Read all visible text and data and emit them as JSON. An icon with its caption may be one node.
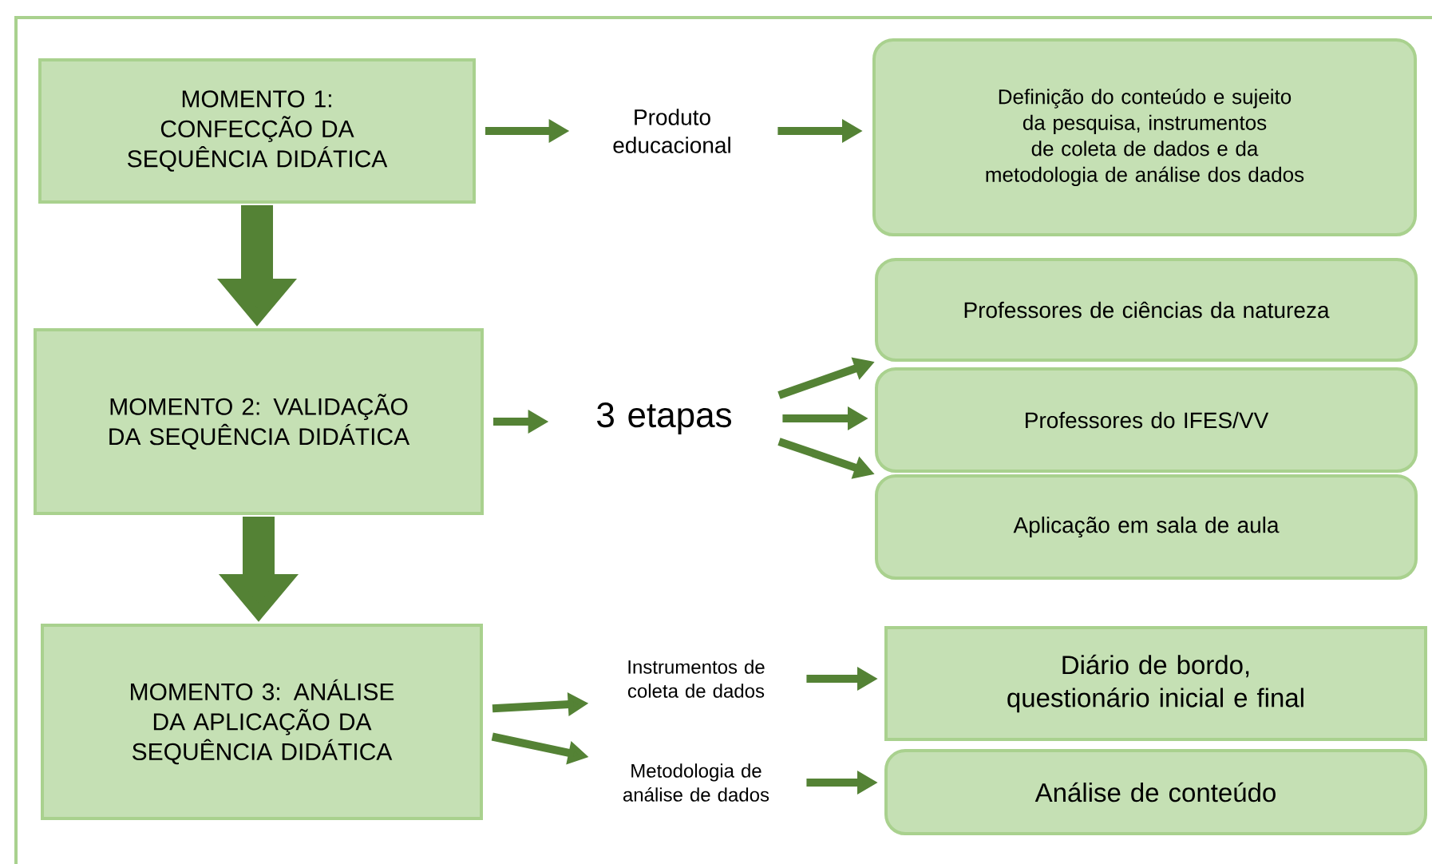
{
  "diagram": {
    "nodes": [
      {
        "text": [
          "MOMENTO 1: CONFECÇÃO DA SEQUÊNCIA DIDÁTICA"
        ]
      },
      {
        "text": [
          "Produto educacional"
        ]
      },
      {
        "text": [
          "Definição do conteúdo e sujeito da pesquisa, instrumentos de coleta de dados e da metodologia de análise dos dados"
        ]
      },
      {
        "text": [
          "MOMENTO 2: VALIDAÇÃO DA SEQUÊNCIA DIDÁTICA"
        ]
      },
      {
        "text": [
          "3 etapas"
        ]
      },
      {
        "text": [
          "Professores de ciências da natureza"
        ]
      },
      {
        "text": [
          "Professores do IFES/VV"
        ]
      },
      {
        "text": [
          "Aplicação em sala de aula"
        ]
      },
      {
        "text": [
          "MOMENTO 3: ANÁLISE DA APLICAÇÃO DA SEQUÊNCIA DIDÁTICA"
        ]
      },
      {
        "text": [
          "Instrumentos de coleta de dados"
        ]
      },
      {
        "text": [
          "Metodologia de análise de dados"
        ]
      },
      {
        "text": [
          "Diário de bordo, questionário inicial e final"
        ]
      },
      {
        "text": [
          "Análise de conteúdo"
        ]
      }
    ],
    "edges": [
      {
        "from": 0,
        "to": 1,
        "arrow": "to"
      },
      {
        "from": 1,
        "to": 2,
        "arrow": "to"
      },
      {
        "from": 0,
        "to": 3,
        "arrow": "to",
        "style": "thick"
      },
      {
        "from": 3,
        "to": 4,
        "arrow": "to"
      },
      {
        "from": 4,
        "to": 5,
        "arrow": "to"
      },
      {
        "from": 4,
        "to": 6,
        "arrow": "to"
      },
      {
        "from": 4,
        "to": 7,
        "arrow": "to"
      },
      {
        "from": 3,
        "to": 8,
        "arrow": "to",
        "style": "thick"
      },
      {
        "from": 8,
        "to": 9,
        "arrow": "to"
      },
      {
        "from": 8,
        "to": 10,
        "arrow": "to"
      },
      {
        "from": 9,
        "to": 11,
        "arrow": "to"
      },
      {
        "from": 10,
        "to": 12,
        "arrow": "to"
      }
    ]
  }
}
